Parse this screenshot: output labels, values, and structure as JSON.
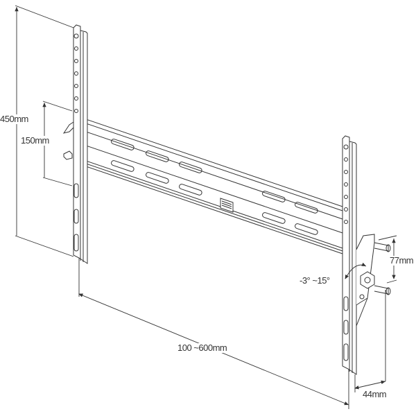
{
  "diagram": {
    "subject": "Tilting TV wall mount bracket",
    "colors": {
      "line": "#333333",
      "background": "#ffffff",
      "fill": "#ffffff"
    },
    "dimensions": {
      "height_total": "450mm",
      "hole_spacing": "150mm",
      "width_range": "100 ~600mm",
      "tilt_range": "-3° ~15°",
      "depth_tilt_arm": "77mm",
      "wall_depth": "44mm"
    }
  }
}
